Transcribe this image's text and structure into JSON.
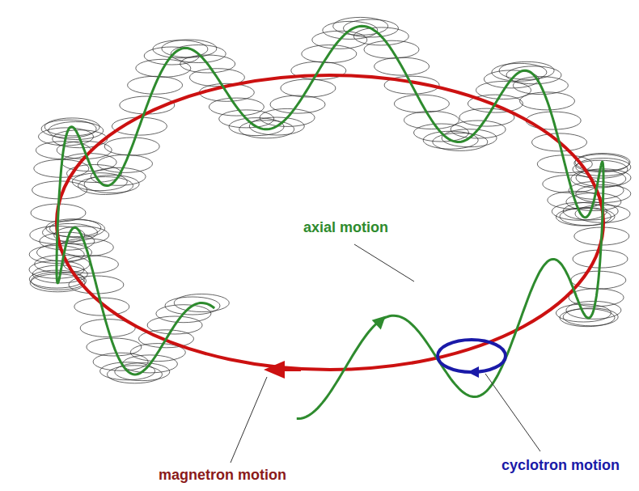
{
  "diagram": {
    "labels": [
      "axial motion",
      "cyclotron motion",
      "magnetron motion"
    ]
  }
}
